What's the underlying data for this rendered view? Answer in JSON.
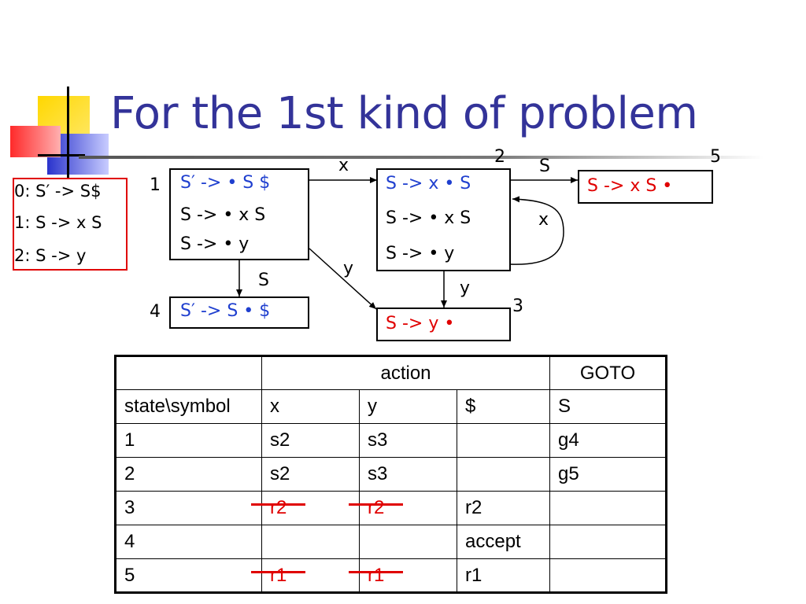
{
  "title": "For the 1st kind of problem",
  "colors": {
    "title": "#333399",
    "item_blue": "#1f3fcf",
    "item_red": "#e00000",
    "grammar_border": "#e00000"
  },
  "grammar": [
    "0: S′ -> S$",
    "1: S -> x  S",
    "2: S -> y"
  ],
  "states": {
    "s1": {
      "number": "1",
      "items": [
        "S′ -> • S $",
        "S -> • x S",
        "S -> • y"
      ]
    },
    "s2": {
      "number": "2",
      "items": [
        "S -> x • S",
        "S -> • x S",
        "S -> • y"
      ]
    },
    "s3": {
      "number": "3",
      "items": [
        "S -> y •"
      ]
    },
    "s4": {
      "number": "4",
      "items": [
        "S′ -> S • $"
      ]
    },
    "s5": {
      "number": "5",
      "items": [
        "S -> x S •"
      ]
    }
  },
  "edges": {
    "e12": "x",
    "e13": "y",
    "e14": "S",
    "e25": "S",
    "e22": "x",
    "e23": "y"
  },
  "table": {
    "header_action": "action",
    "header_goto": "GOTO",
    "sub_headers": [
      "state\\symbol",
      "x",
      "y",
      "$",
      "S"
    ],
    "rows": [
      {
        "cells": [
          "1",
          "s2",
          "s3",
          "",
          "g4"
        ]
      },
      {
        "cells": [
          "2",
          "s2",
          "s3",
          "",
          "g5"
        ]
      },
      {
        "cells": [
          "3",
          "r2",
          "r2",
          "r2",
          ""
        ],
        "struck": [
          1,
          2
        ]
      },
      {
        "cells": [
          "4",
          "",
          "",
          "accept",
          ""
        ]
      },
      {
        "cells": [
          "5",
          "r1",
          "r1",
          "r1",
          ""
        ],
        "struck": [
          1,
          2
        ]
      }
    ]
  }
}
